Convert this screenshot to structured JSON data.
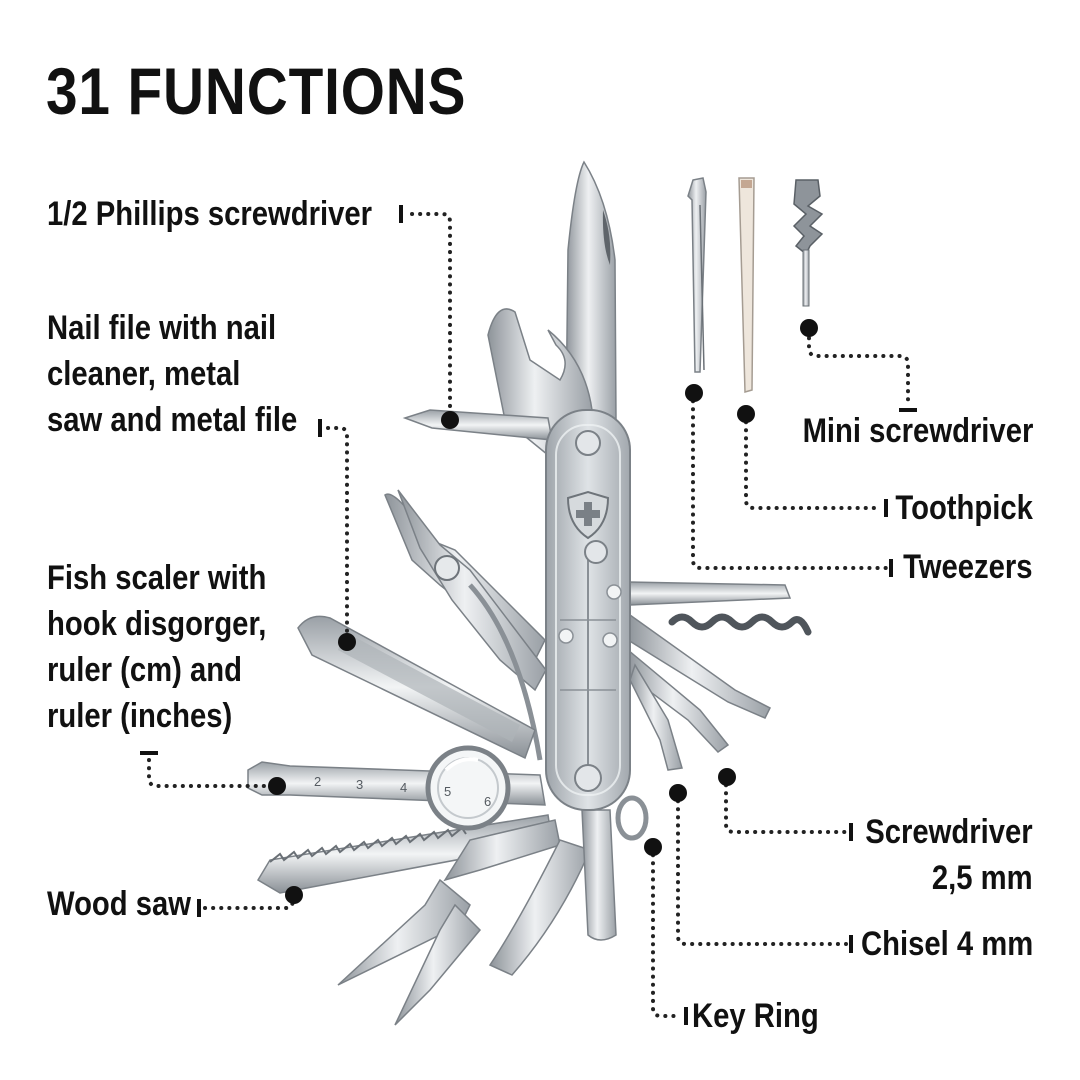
{
  "title": "31 FUNCTIONS",
  "callouts": {
    "phillips": [
      "1/2 Phillips screwdriver"
    ],
    "nailfile": [
      "Nail file with nail",
      "cleaner, metal",
      "saw and metal file"
    ],
    "fishscaler": [
      "Fish scaler with",
      "hook disgorger,",
      "ruler (cm) and",
      "ruler (inches)"
    ],
    "woodsaw": [
      "Wood saw"
    ],
    "mini": [
      "Mini screwdriver"
    ],
    "toothpick": [
      "Toothpick"
    ],
    "tweezers": [
      "Tweezers"
    ],
    "screwdriver": [
      "Screwdriver",
      "2,5 mm"
    ],
    "chisel": [
      "Chisel 4 mm"
    ],
    "keyring": [
      "Key Ring"
    ]
  },
  "ruler_ticks": [
    "2",
    "3",
    "4",
    "5",
    "6"
  ],
  "colors": {
    "text": "#111111",
    "leader": "#222222",
    "steel": "#c8ccd0",
    "handle": "#b9bec4"
  }
}
